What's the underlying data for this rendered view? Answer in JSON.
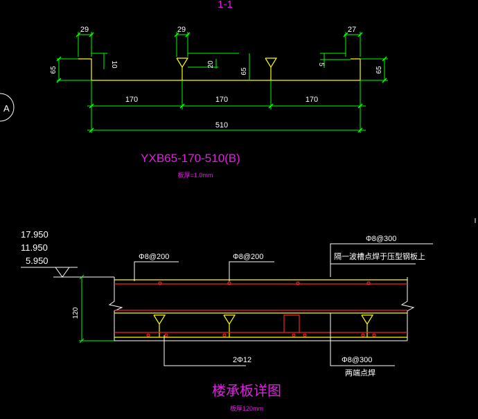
{
  "section_label": "1-1",
  "axis_label": "A",
  "profile": {
    "top_dims": [
      "29",
      "29",
      "27"
    ],
    "side_dims": {
      "left_height": "65",
      "left_lip": "10",
      "rib_depth": "20",
      "mid_height": "65",
      "right_lip": "5",
      "right_height": "65"
    },
    "spans": [
      "170",
      "170",
      "170"
    ],
    "total": "510",
    "model": "YXB65-170-510(B)",
    "thickness": "板厚=1.0mm"
  },
  "detail": {
    "levels": [
      "17.950",
      "11.950",
      "5.950"
    ],
    "depth": "120",
    "callouts": {
      "top_rebar_left": "Φ8@200",
      "top_rebar_mid": "Φ8@200",
      "right_top": "Φ8@300",
      "right_top_note": "隔一波槽点焊于压型钢板上",
      "bottom_bars": "2Φ12",
      "right_bottom": "Φ8@300",
      "right_bottom_note": "两端点焊"
    },
    "title": "楼承板详图",
    "subtitle": "板厚120mm"
  },
  "colors": {
    "dimension": "#00ff00",
    "deck": "#ffff00",
    "rebar": "#ff2020",
    "text": "#ffffff",
    "title": "#e020e0"
  }
}
